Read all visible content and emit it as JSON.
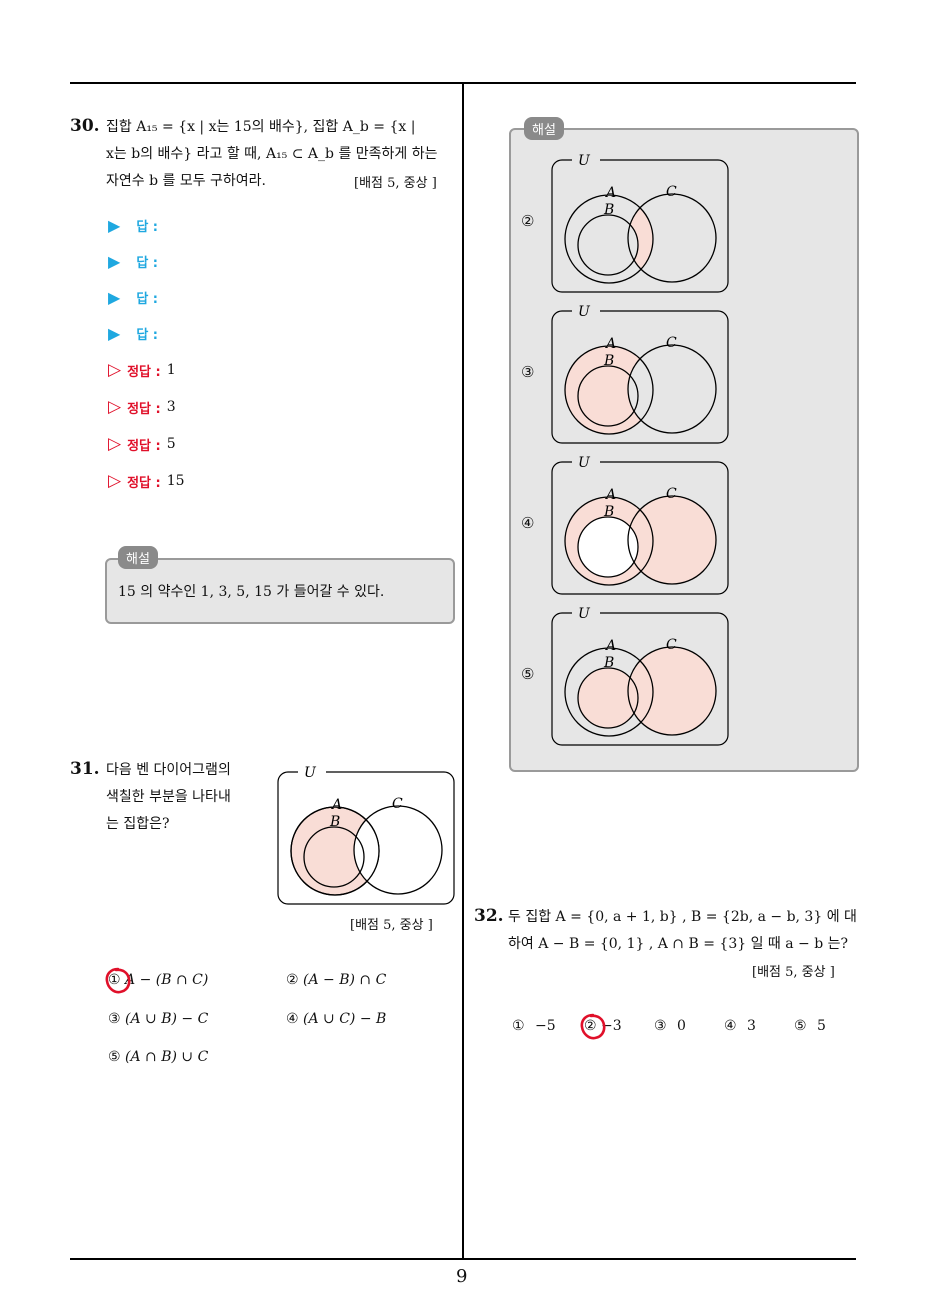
{
  "q30": {
    "number": "30.",
    "line1": "집합 A₁₅ = {x | x는 15의 배수}, 집합 A_b = {x |",
    "line2": "x는 b의 배수} 라고 할 때, A₁₅ ⊂ A_b 를 만족하게 하는",
    "line3": "자연수 b 를 모두 구하여라.",
    "meta": "[배점 5, 중상 ]",
    "answer_label": "답 :",
    "correct_label": "정답 :",
    "correct_answers": [
      "1",
      "3",
      "5",
      "15"
    ],
    "explain_tag": "해설",
    "explain_text": "15 의 약수인 1, 3, 5, 15 가 들어갈 수 있다."
  },
  "q31": {
    "number": "31.",
    "line1": "다음 벤 다이어그램의",
    "line2": "색칠한 부분을 나타내",
    "line3": "는 집합은?",
    "meta": "[배점 5, 중상 ]",
    "venn_labels": {
      "u": "U",
      "a": "A",
      "b": "B",
      "c": "C"
    },
    "choices": [
      {
        "num": "①",
        "text": "A − (B ∩ C)"
      },
      {
        "num": "②",
        "text": "(A − B) ∩ C"
      },
      {
        "num": "③",
        "text": "(A ∪ B) − C"
      },
      {
        "num": "④",
        "text": "(A ∪ C) − B"
      },
      {
        "num": "⑤",
        "text": "(A ∩ B) ∪ C"
      }
    ],
    "selected": "①"
  },
  "right_explain": {
    "tag": "해설",
    "items": [
      {
        "num": "②"
      },
      {
        "num": "③"
      },
      {
        "num": "④"
      },
      {
        "num": "⑤"
      }
    ],
    "venn_labels": {
      "u": "U",
      "a": "A",
      "b": "B",
      "c": "C"
    }
  },
  "q32": {
    "number": "32.",
    "line1": "두 집합 A = {0, a + 1, b} , B = {2b, a − b, 3} 에 대",
    "line2": "하여 A − B = {0, 1} , A ∩ B = {3} 일 때 a − b 는?",
    "meta": "[배점 5, 중상 ]",
    "choices": [
      {
        "num": "①",
        "text": "−5"
      },
      {
        "num": "②",
        "text": "−3"
      },
      {
        "num": "③",
        "text": "0"
      },
      {
        "num": "④",
        "text": "3"
      },
      {
        "num": "⑤",
        "text": "5"
      }
    ],
    "selected": "②"
  },
  "page_number": "9",
  "colors": {
    "shade": "#f9ddd6",
    "accent_blue": "#1fa8e0",
    "accent_red": "#e0102a",
    "mark_red": "#e0102a",
    "box_bg": "#e6e6e6"
  }
}
